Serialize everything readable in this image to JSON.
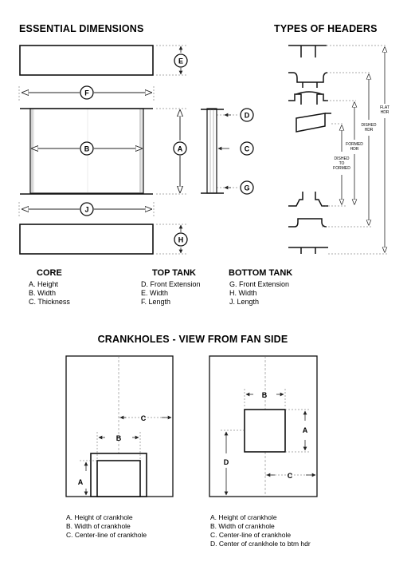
{
  "headings": {
    "essential": "ESSENTIAL DIMENSIONS",
    "headers": "TYPES OF HEADERS",
    "crankholes": "CRANKHOLES - VIEW FROM FAN SIDE"
  },
  "callouts": {
    "e": "E",
    "f": "F",
    "b": "B",
    "a": "A",
    "d": "D",
    "c": "C",
    "g": "G",
    "j": "J",
    "h": "H"
  },
  "legend": {
    "core": {
      "title": "CORE",
      "items": [
        "A. Height",
        "B. Width",
        "C. Thickness"
      ]
    },
    "top_tank": {
      "title": "TOP TANK",
      "items": [
        "D. Front Extension",
        "E. Width",
        "F. Length"
      ]
    },
    "bottom_tank": {
      "title": "BOTTOM TANK",
      "items": [
        "G. Front Extension",
        "H. Width",
        "J. Length"
      ]
    }
  },
  "header_types": {
    "flat_l1": "FLAT",
    "flat_l2": "HDR",
    "dished_l1": "DISHED",
    "dished_l2": "HDR",
    "formed_l1": "FORMED",
    "formed_l2": "HDR",
    "dtf_l1": "DISHED",
    "dtf_l2": "TO",
    "dtf_l3": "FORMED"
  },
  "crank_left": {
    "labels": {
      "a": "A",
      "b": "B",
      "c": "C"
    },
    "items": [
      "A. Height of crankhole",
      "B. Width of crankhole",
      "C. Center-line of crankhole"
    ]
  },
  "crank_right": {
    "labels": {
      "a": "A",
      "b": "B",
      "c": "C",
      "d": "D"
    },
    "items": [
      "A. Height of crankhole",
      "B. Width of crankhole",
      "C. Center-line of crankhole",
      "D. Center of crankhole to btm hdr"
    ]
  }
}
